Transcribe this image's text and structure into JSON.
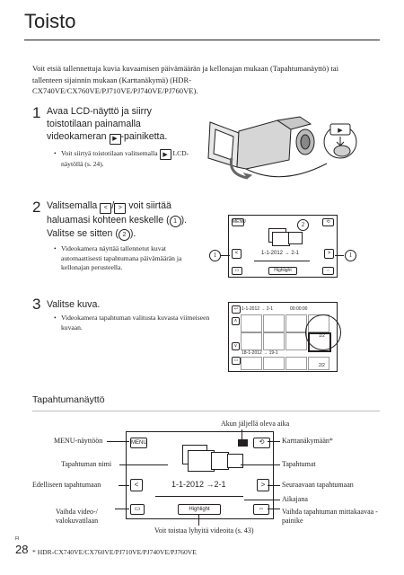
{
  "page": {
    "title": "Toisto",
    "intro": "Voit etsiä tallennettuja kuvia kuvaamisen päivämäärän ja kellonajan mukaan (Tapahtumanäyttö) tai tallenteen sijainnin mukaan (Karttanäkymä) (HDR-CX740VE/CX760VE/PJ710VE/PJ740VE/PJ760VE).",
    "page_number": "28",
    "page_lang": "FI",
    "footnote": "*  HDR-CX740VE/CX760VE/PJ710VE/PJ740VE/PJ760VE"
  },
  "step1": {
    "number": "1",
    "text_a": "Avaa LCD-näyttö ja siirry toistotilaan painamalla videokameran",
    "text_b": "-painiketta.",
    "bullet_a": "Voit siirtyä toistotilaan valitsemalla",
    "bullet_b": "LCD-näytöllä (s. 24)."
  },
  "step2": {
    "number": "2",
    "text_a": "Valitsemalla",
    "text_b": "voit siirtää haluamasi kohteen keskelle (",
    "text_c": "). Valitse se sitten (",
    "text_d": ").",
    "circle1": "1",
    "circle2": "2",
    "bullet": "Videokamera näyttää tallennetut kuvat automaattisesti tapahtumana päivämäärän ja kellonajan perusteella.",
    "screen_date": "1-1-2012 → 2-1",
    "screen_menu": "MENU",
    "screen_highlight": "Highlight"
  },
  "step3": {
    "number": "3",
    "text": "Valitse kuva.",
    "bullet": "Videokamera tapahtuman valitusta kuvasta viimeiseen kuvaan.",
    "screen_date_top": "1-1-2012 → 2-1",
    "screen_time": "00:00:00",
    "screen_date_bottom": "18-1-2012 → 19-1",
    "screen_counter": "1/2",
    "screen_counter2": "2/2"
  },
  "section": {
    "title": "Tapahtumanäyttö",
    "screen_date": "1-1-2012 →2-1",
    "screen_menu": "MENU",
    "screen_highlight": "Highlight",
    "labels": {
      "remaining": "Akun jäljellä oleva aika",
      "menu": "MENU-näyttöön",
      "map": "Karttanäkymään*",
      "event_name": "Tapahtuman nimi",
      "events": "Tapahtumat",
      "prev": "Edelliseen tapahtumaan",
      "next": "Seuraavaan tapahtumaan",
      "timeline": "Aikajana",
      "mode": "Vaihda video-/ valokuvatilaan",
      "scale": "Vaihda tapahtuman mittakaavaa -painike",
      "highlight": "Voit toistaa lyhyitä videoita (s. 43)"
    }
  }
}
